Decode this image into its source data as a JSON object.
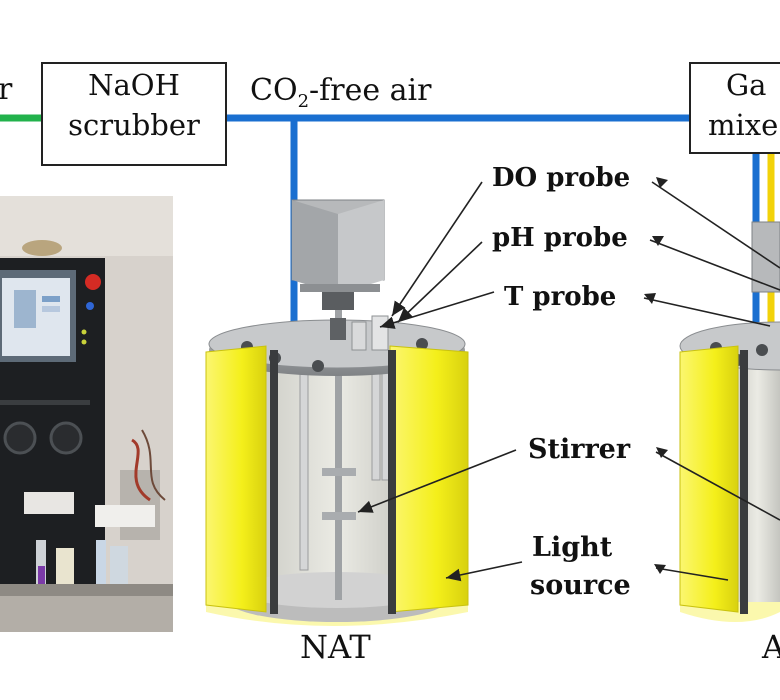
{
  "inlet": {
    "label": "r",
    "line_color": "#22b24c"
  },
  "scrubber": {
    "line1": "NaOH",
    "line2": "scrubber"
  },
  "co2_free_air": {
    "text_pre": "CO",
    "sub": "2",
    "text_post": "-free air",
    "line_color": "#1a6fd0"
  },
  "gas_mixer": {
    "line1": "Ga",
    "line2": "mixe"
  },
  "probes": {
    "do": "DO probe",
    "ph": "pH probe",
    "t": "T probe",
    "stirrer": "Stirrer",
    "light_line1": "Light",
    "light_line2": "source"
  },
  "reactors": {
    "left": "NAT",
    "right": "A"
  },
  "colors": {
    "light_yellow": "#f4ef1a",
    "light_yellow_dark": "#c9c20f",
    "steel": "#8d9093",
    "steel_dark": "#55585b"
  }
}
